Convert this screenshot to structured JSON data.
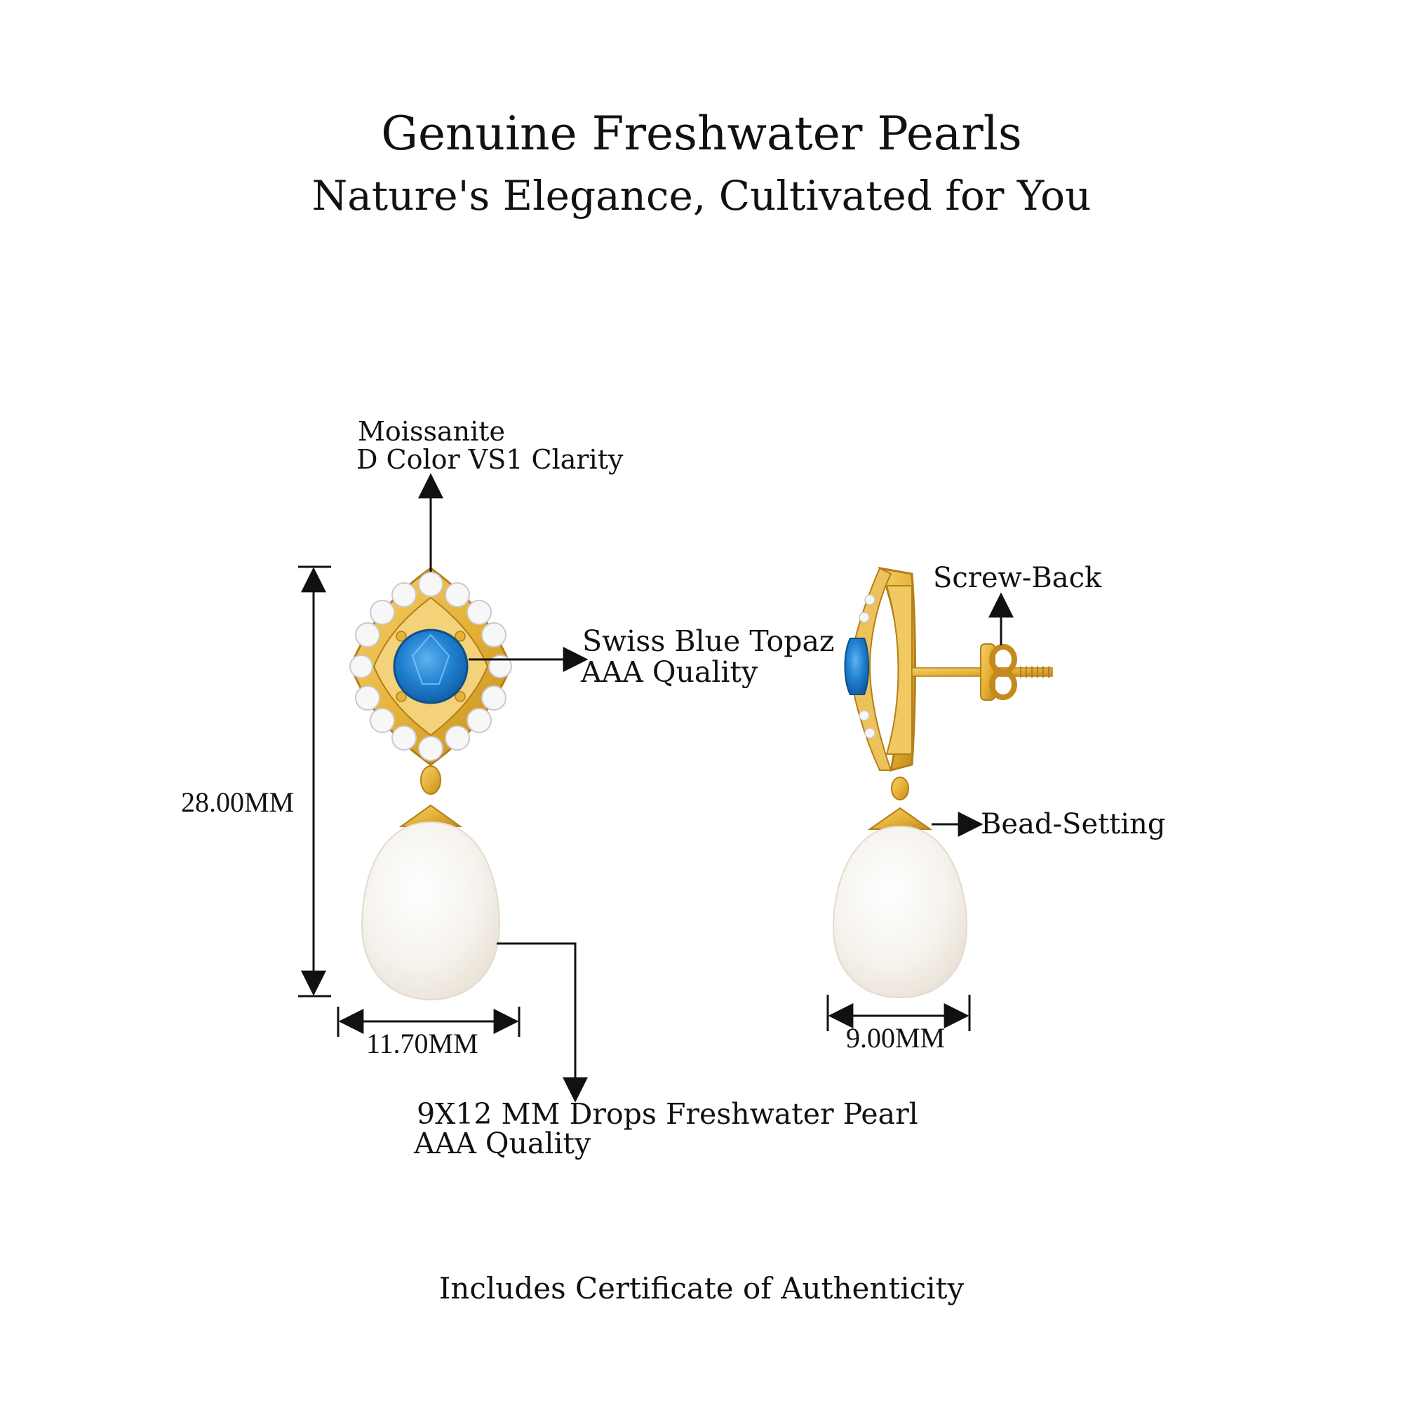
{
  "header": {
    "title": "Genuine Freshwater Pearls",
    "subtitle": "Nature's Elegance, Cultivated for You"
  },
  "labels": {
    "moissanite_line1": "Moissanite",
    "moissanite_line2": "D Color VS1 Clarity",
    "topaz_line1": "Swiss Blue Topaz",
    "topaz_line2": "AAA Quality",
    "pearl_line1": "9X12 MM Drops Freshwater Pearl",
    "pearl_line2": "AAA Quality",
    "screw_back": "Screw-Back",
    "bead_setting": "Bead-Setting"
  },
  "dimensions": {
    "height": "28.00MM",
    "front_width": "11.70MM",
    "side_width": "9.00MM"
  },
  "footer": {
    "text": "Includes Certificate of Authenticity"
  },
  "colors": {
    "gold": "#e6b33a",
    "gold_dark": "#c48a1c",
    "topaz": "#1f7fcf",
    "pearl": "#f7f5f1",
    "diamond": "#f4f4f4",
    "line": "#111111"
  }
}
